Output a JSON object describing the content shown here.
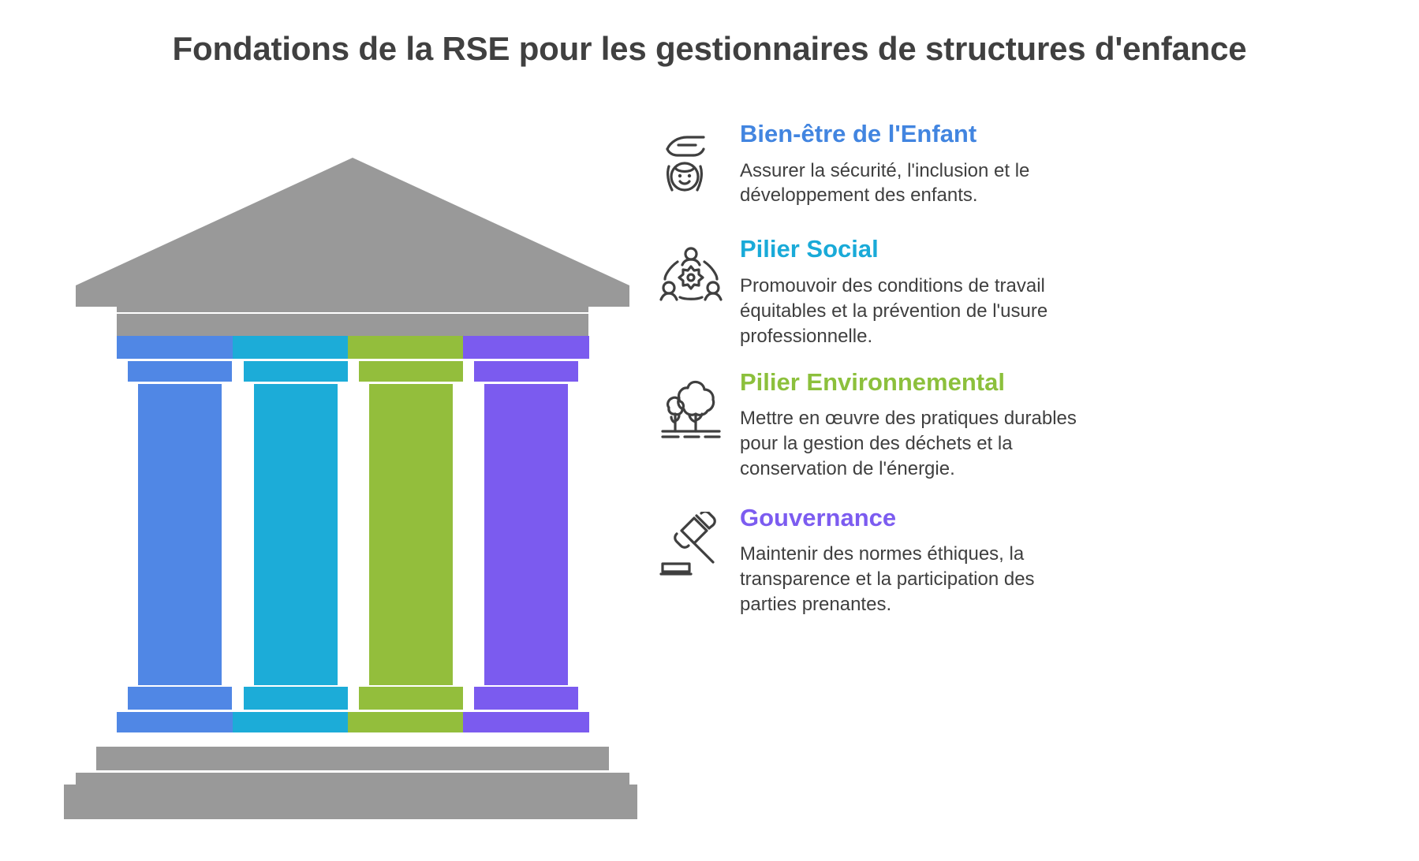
{
  "title": "Fondations de la RSE pour les gestionnaires de structures d'enfance",
  "colors": {
    "title_text": "#404040",
    "body_text": "#3f3f3f",
    "icon_stroke": "#3f3f3f",
    "structure_gray": "#999999",
    "pillar_blue": "#5087e5",
    "pillar_cyan": "#1cacd8",
    "pillar_green": "#93be3c",
    "pillar_purple": "#7b5bef"
  },
  "illustration": {
    "name": "greek-temple-four-pillars",
    "pillars": [
      {
        "name": "pillar-blue",
        "color": "#5087e5"
      },
      {
        "name": "pillar-cyan",
        "color": "#1cacd8"
      },
      {
        "name": "pillar-green",
        "color": "#93be3c"
      },
      {
        "name": "pillar-purple",
        "color": "#7b5bef"
      }
    ]
  },
  "pillars": [
    {
      "icon": "child-wellbeing-icon",
      "heading": "Bien-être de l'Enfant",
      "heading_color": "#4285e0",
      "description": "Assurer la sécurité, l'inclusion et le développement des enfants."
    },
    {
      "icon": "social-people-gear-icon",
      "heading": "Pilier Social",
      "heading_color": "#19aad8",
      "description": "Promouvoir des conditions de travail équitables et la prévention de l'usure professionnelle."
    },
    {
      "icon": "trees-environment-icon",
      "heading": "Pilier Environnemental",
      "heading_color": "#8cc03c",
      "description": "Mettre en œuvre des pratiques durables pour la gestion des déchets et la conservation de l'énergie."
    },
    {
      "icon": "gavel-governance-icon",
      "heading": "Gouvernance",
      "heading_color": "#7c5cf0",
      "description": "Maintenir des normes éthiques, la transparence et la participation des parties prenantes."
    }
  ]
}
